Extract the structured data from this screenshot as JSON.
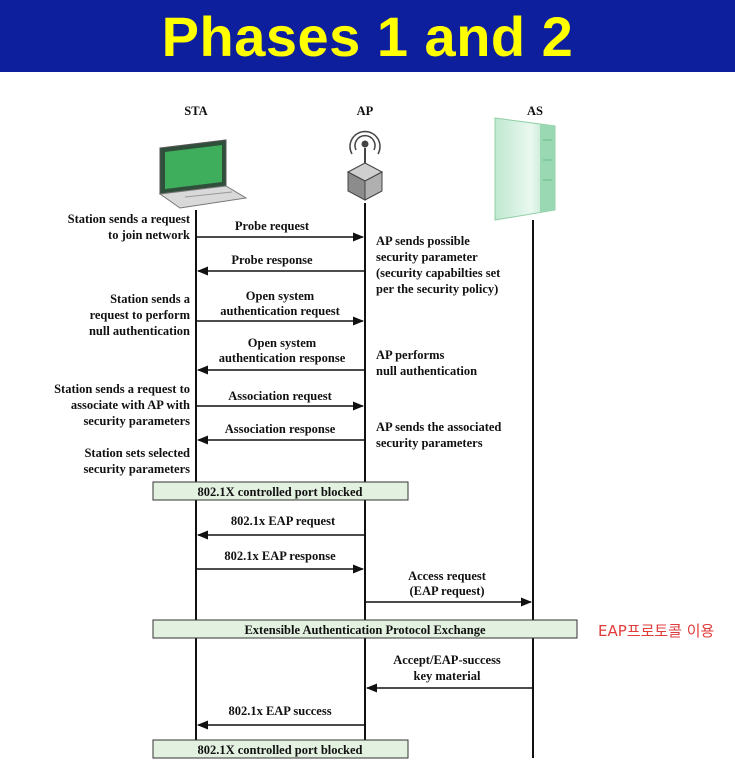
{
  "title": "Phases 1 and 2",
  "entities": {
    "sta": "STA",
    "ap": "AP",
    "as": "AS"
  },
  "left_notes": [
    [
      "Station sends a request",
      "to join network"
    ],
    [
      "Station sends a",
      "request to perform",
      "null authentication"
    ],
    [
      "Station sends a request to",
      "associate with AP with",
      "security parameters"
    ],
    [
      "Station sets selected",
      "security parameters"
    ]
  ],
  "right_notes": [
    [
      "AP sends possible",
      "security parameter",
      "(security capabilties set",
      "per the security policy)"
    ],
    [
      "AP performs",
      "null authentication"
    ],
    [
      "AP sends the associated",
      "security parameters"
    ]
  ],
  "messages": [
    [
      "Probe request"
    ],
    [
      "Probe response"
    ],
    [
      "Open system",
      "authentication request"
    ],
    [
      "Open system",
      "authentication  response"
    ],
    [
      "Association request"
    ],
    [
      "Association response"
    ],
    [
      "802.1x EAP request"
    ],
    [
      "802.1x EAP response"
    ],
    [
      "Access request",
      "(EAP request)"
    ],
    [
      "Accept/EAP-success",
      "key material"
    ],
    [
      "802.1x EAP success"
    ]
  ],
  "bars": [
    "802.1X controlled port blocked",
    "Extensible Authentication Protocol Exchange",
    "802.1X controlled port blocked"
  ],
  "annotation": "EAP프로토콜 이용",
  "colors": {
    "header_bg": "#0d1f9c",
    "title": "#ffff00",
    "bar_fill": "#e3f1e1",
    "annotation": "#e23b3b"
  }
}
